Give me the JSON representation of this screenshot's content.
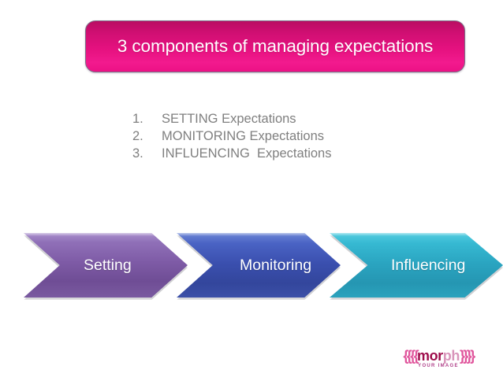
{
  "slide": {
    "background_color": "#ffffff",
    "title": {
      "text": "3 components of managing expectations",
      "text_color": "#ffffff",
      "fill_top_color": "#b90d62",
      "fill_bottom_color": "#ec1185",
      "border_color": "#7b6d86"
    },
    "bullets": [
      {
        "number": "1.",
        "label": "SETTING Expectations"
      },
      {
        "number": "2.",
        "label": "MONITORING Expectations"
      },
      {
        "number": "3.",
        "label": "INFLUENCING  Expectations"
      }
    ],
    "bullet_text_color": "#7f7f7f",
    "process": {
      "steps": [
        {
          "label": "Setting",
          "color": "#7e5ba6"
        },
        {
          "label": "Monitoring",
          "color": "#3a4fae"
        },
        {
          "label": "Influencing",
          "color": "#2aa4c0"
        }
      ],
      "label_color": "#ffffff"
    },
    "logo": {
      "brace_left": "{{{{",
      "word_dark": "mor",
      "word_light": "ph",
      "brace_right": "}}}}",
      "tagline": "YOUR IMAGE",
      "dark_color": "#9e0d4b",
      "light_color": "#d995bb",
      "brace_color": "#e0559c"
    }
  }
}
